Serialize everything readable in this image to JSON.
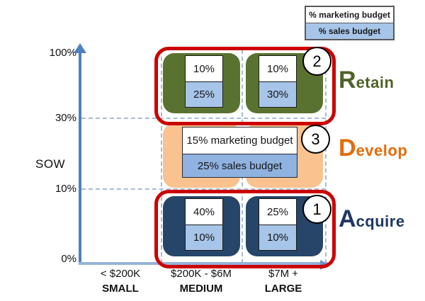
{
  "legend": {
    "marketing_label": "% marketing budget",
    "sales_label": "% sales budget"
  },
  "y_axis": {
    "title": "SOW",
    "ticks": {
      "t100": "100%",
      "t30": "30%",
      "t10": "10%",
      "t0": "0%"
    }
  },
  "x_axis": {
    "categories": [
      {
        "range": "< $200K",
        "size": "SMALL"
      },
      {
        "range": "$200K - $6M",
        "size": "MEDIUM"
      },
      {
        "range": "$7M +",
        "size": "LARGE"
      }
    ]
  },
  "zones": {
    "retain": {
      "badge": "2",
      "label_initial": "R",
      "label_rest": "etain",
      "box_color": "#5a7230",
      "label_color": "#4f6228",
      "cells": [
        {
          "marketing": "10%",
          "sales": "25%"
        },
        {
          "marketing": "10%",
          "sales": "30%"
        }
      ]
    },
    "develop": {
      "badge": "3",
      "label_initial": "D",
      "label_rest": "evelop",
      "box_color": "#f9c28e",
      "label_color": "#e36c0a",
      "marketing": "15% marketing budget",
      "sales": "25% sales budget"
    },
    "acquire": {
      "badge": "1",
      "label_initial": "A",
      "label_rest": "cquire",
      "box_color": "#264569",
      "label_color": "#1f3864",
      "cells": [
        {
          "marketing": "40%",
          "sales": "10%"
        },
        {
          "marketing": "25%",
          "sales": "10%"
        }
      ]
    }
  },
  "colors": {
    "frame_red": "#cc0000",
    "axis_blue": "#4f81bd",
    "axis_light_blue": "#95b3d7",
    "grid_dash": "#a9bbd3",
    "budget_blue": "#a7c5e9",
    "sales_blue_wide": "#8fb2e0"
  }
}
